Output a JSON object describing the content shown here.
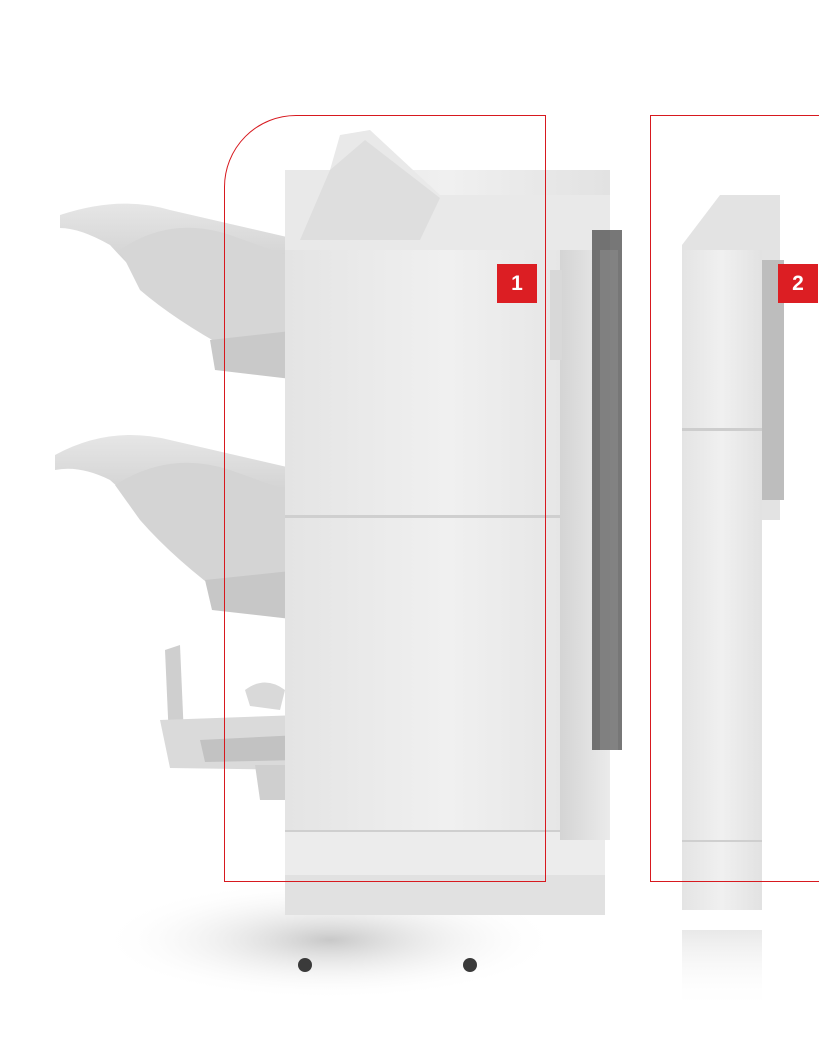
{
  "photo": {
    "subject": "printer-finisher-modules",
    "colors": {
      "accent_red": "#d7191f",
      "cabinet": "#ececec",
      "background": "#ffffff"
    }
  },
  "callouts": [
    {
      "label": "1"
    },
    {
      "label": "2"
    }
  ]
}
